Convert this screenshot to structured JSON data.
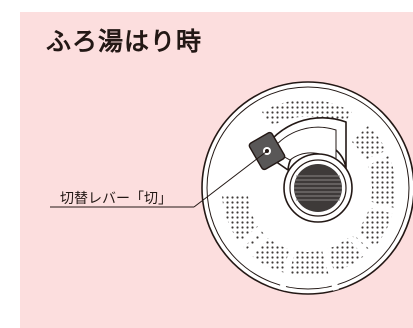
{
  "heading": {
    "title": "ふろ湯はり時"
  },
  "callout": {
    "label": "切替レバー「切」"
  },
  "colors": {
    "panel_bg": "#fcdede",
    "text": "#231815",
    "lever": "#595757"
  },
  "icons": {
    "lever_state": "off"
  }
}
